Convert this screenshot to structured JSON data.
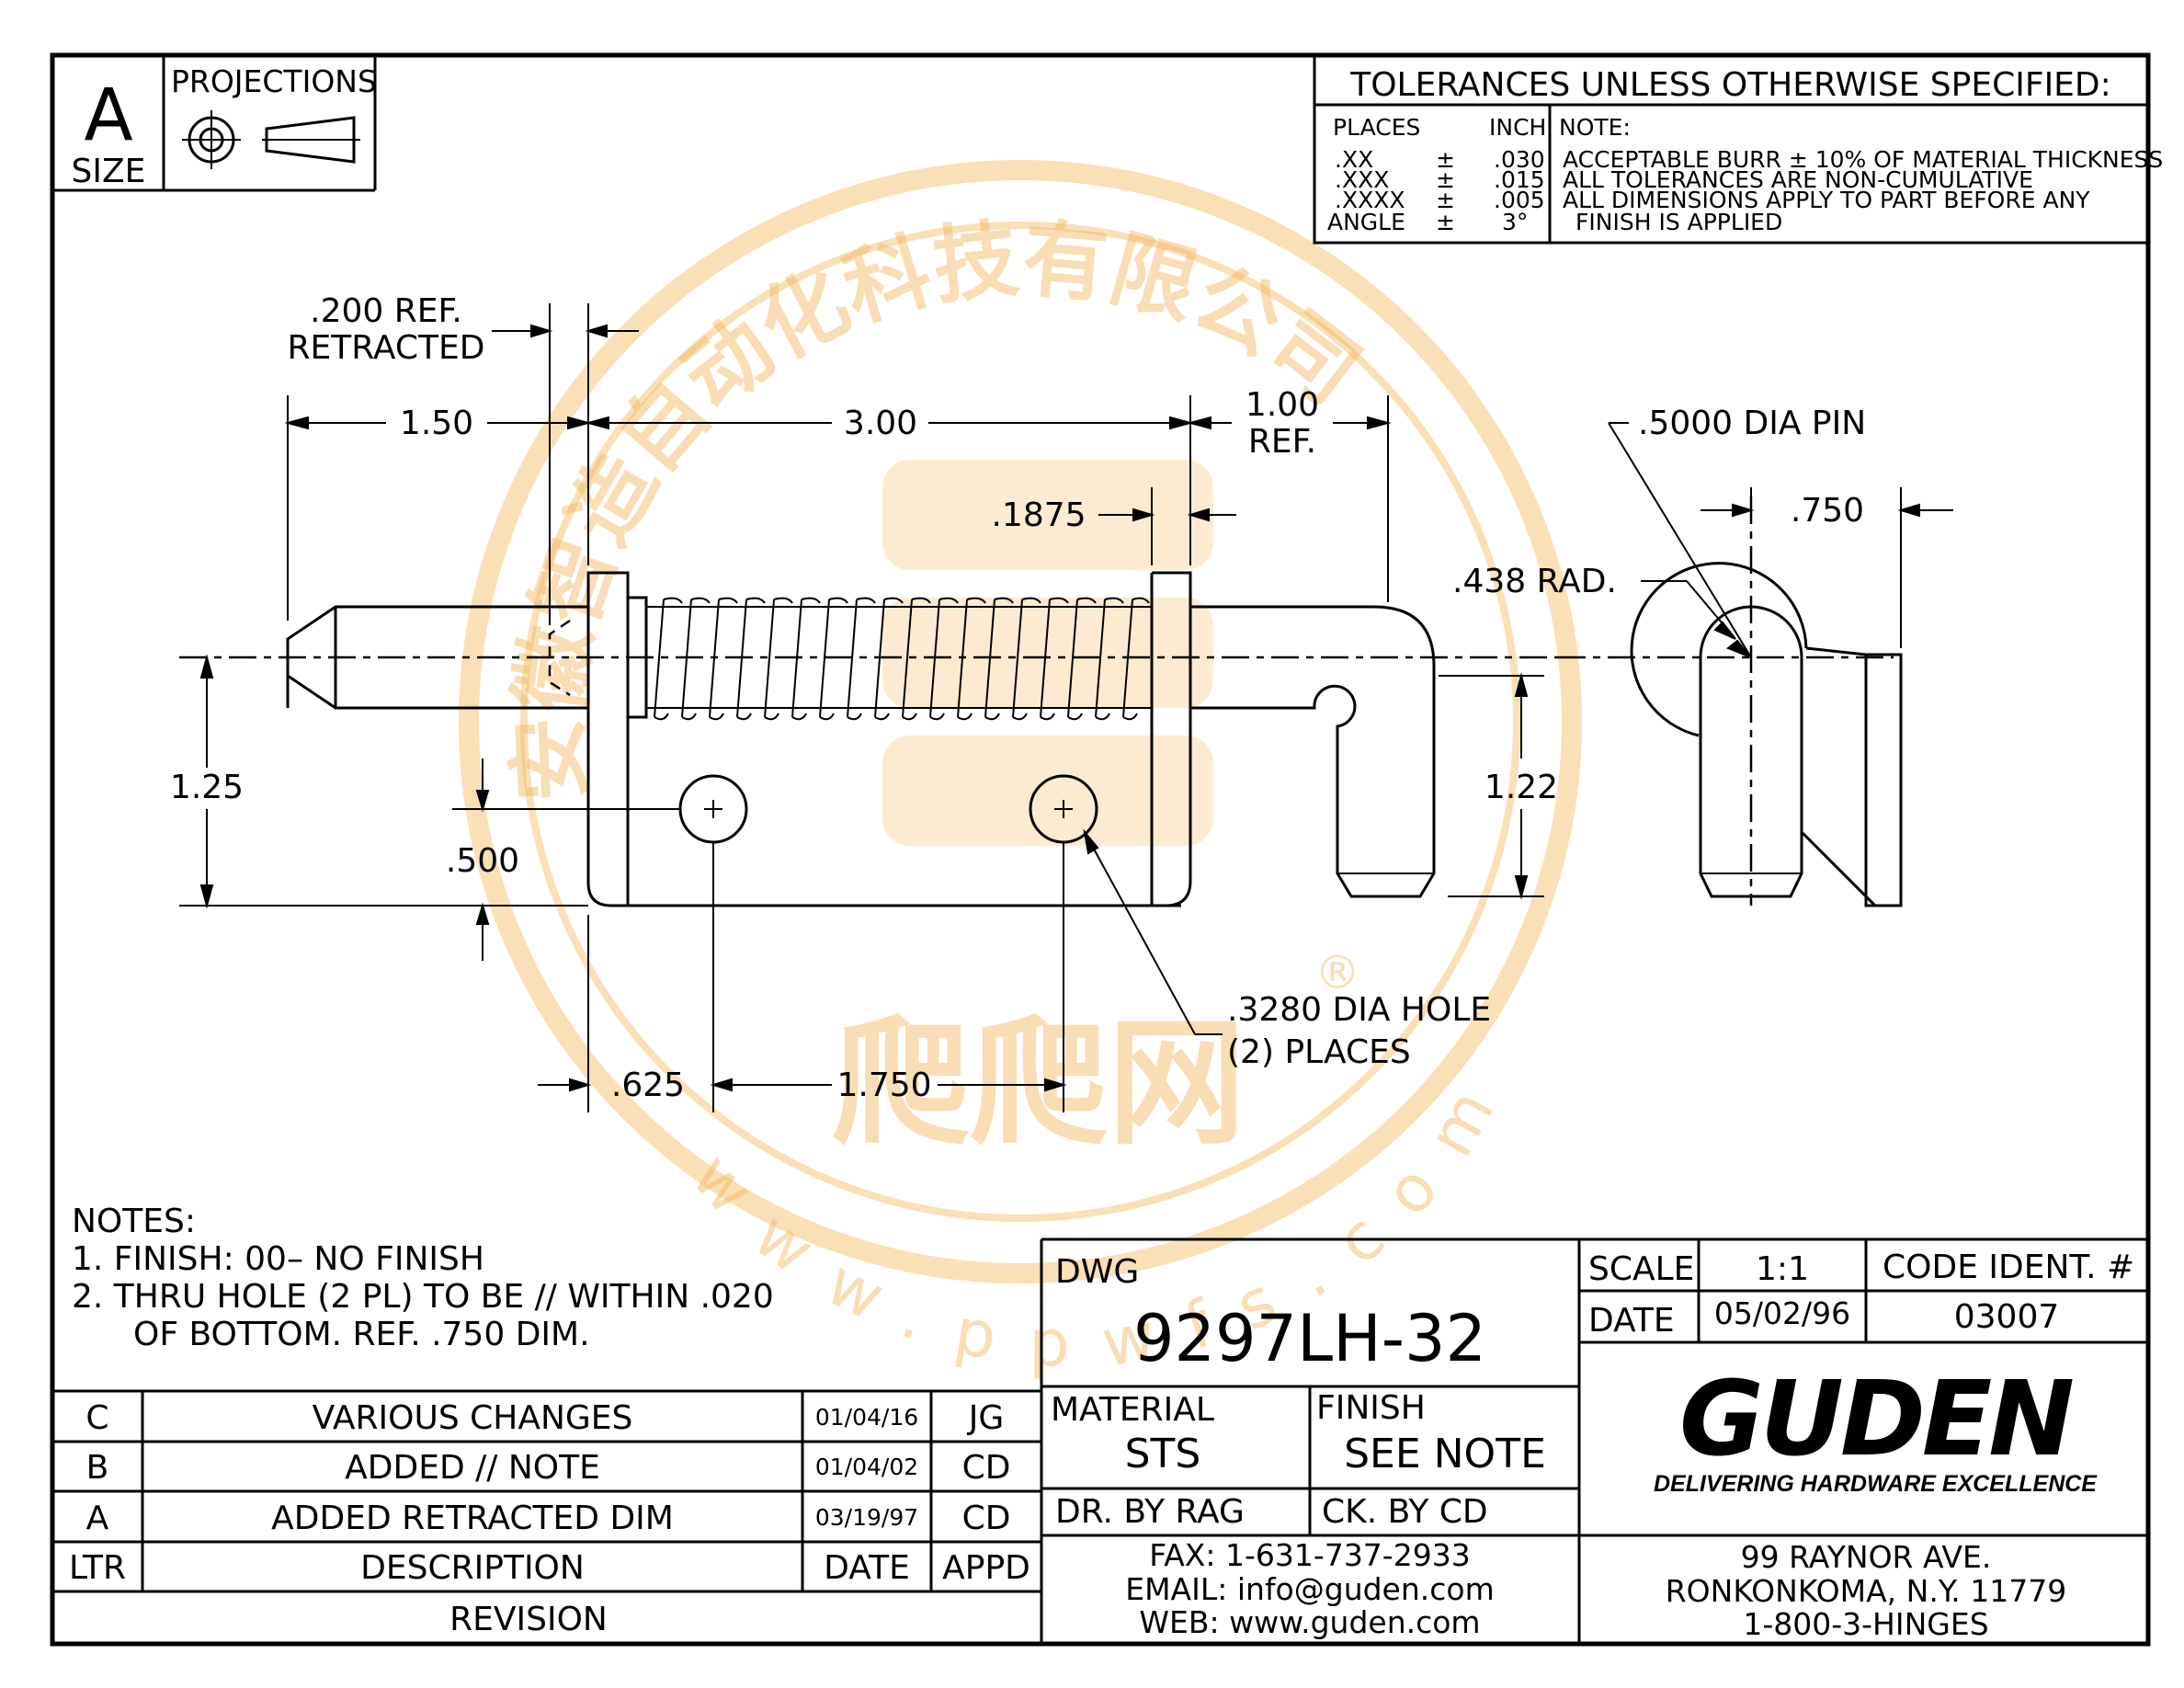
{
  "size_block": {
    "letter": "A",
    "label": "SIZE",
    "projections_label": "PROJECTIONS"
  },
  "tolerances": {
    "title": "TOLERANCES UNLESS OTHERWISE SPECIFIED:",
    "places_header": "PLACES",
    "inch_header": "INCH",
    "rows": [
      {
        "place": ".XX",
        "pm": "±",
        "inch": ".030"
      },
      {
        "place": ".XXX",
        "pm": "±",
        "inch": ".015"
      },
      {
        "place": ".XXXX",
        "pm": "±",
        "inch": ".005"
      },
      {
        "place": "ANGLE",
        "pm": "±",
        "inch": "3°"
      }
    ],
    "note_header": "NOTE:",
    "notes": [
      "ACCEPTABLE BURR ± 10% OF MATERIAL THICKNESS",
      "ALL TOLERANCES ARE NON-CUMULATIVE",
      "ALL DIMENSIONS APPLY TO PART BEFORE ANY",
      "FINISH IS APPLIED"
    ]
  },
  "dimensions": {
    "retracted_ref": ".200 REF.",
    "retracted_label": "RETRACTED",
    "d150": "1.50",
    "d300": "3.00",
    "d100": "1.00",
    "d100_ref": "REF.",
    "d1875": ".1875",
    "d125": "1.25",
    "d500": ".500",
    "d122": "1.22",
    "d625": ".625",
    "d1750": "1.750",
    "hole_note_1": ".3280 DIA HOLE",
    "hole_note_2": "(2) PLACES",
    "pin_dia": ".5000 DIA PIN",
    "d750": ".750",
    "rad438": ".438 RAD."
  },
  "notes": {
    "title": "NOTES:",
    "line1": "1. FINISH:  00– NO FINISH",
    "line2": "2. THRU HOLE (2 PL) TO BE // WITHIN  .020",
    "line3": "OF BOTTOM.   REF. .750 DIM."
  },
  "revisions": {
    "rows": [
      {
        "ltr": "C",
        "desc": "VARIOUS CHANGES",
        "date": "01/04/16",
        "appd": "JG"
      },
      {
        "ltr": "B",
        "desc": "ADDED // NOTE",
        "date": "01/04/02",
        "appd": "CD"
      },
      {
        "ltr": "A",
        "desc": "ADDED RETRACTED DIM",
        "date": "03/19/97",
        "appd": "CD"
      }
    ],
    "header": {
      "ltr": "LTR",
      "desc": "DESCRIPTION",
      "date": "DATE",
      "appd": "APPD"
    },
    "footer": "REVISION"
  },
  "title_block": {
    "dwg_label": "DWG",
    "dwg_number": "9297LH-32",
    "material_label": "MATERIAL",
    "material_value": "STS",
    "finish_label": "FINISH",
    "finish_value": "SEE NOTE",
    "drawn_by": "DR. BY RAG",
    "checked_by": "CK. BY  CD",
    "fax": "FAX:  1-631-737-2933",
    "email": "EMAIL:  info@guden.com",
    "web": "WEB:  www.guden.com",
    "scale_label": "SCALE",
    "scale_value": "1:1",
    "code_label": "CODE IDENT. #",
    "date_label": "DATE",
    "date_value": "05/02/96",
    "code_value": "03007",
    "company_logo": "GUDEN",
    "tagline": "DELIVERING HARDWARE EXCELLENCE",
    "address1": "99 RAYNOR AVE.",
    "address2": "RONKONKOMA, N.Y. 11779",
    "phone": "1-800-3-HINGES"
  },
  "watermark": {
    "arc_text": "安徽智造自动化科技有限公司",
    "brand": "爬爬网",
    "url": "www.ppwfs.com",
    "registered": "®"
  }
}
